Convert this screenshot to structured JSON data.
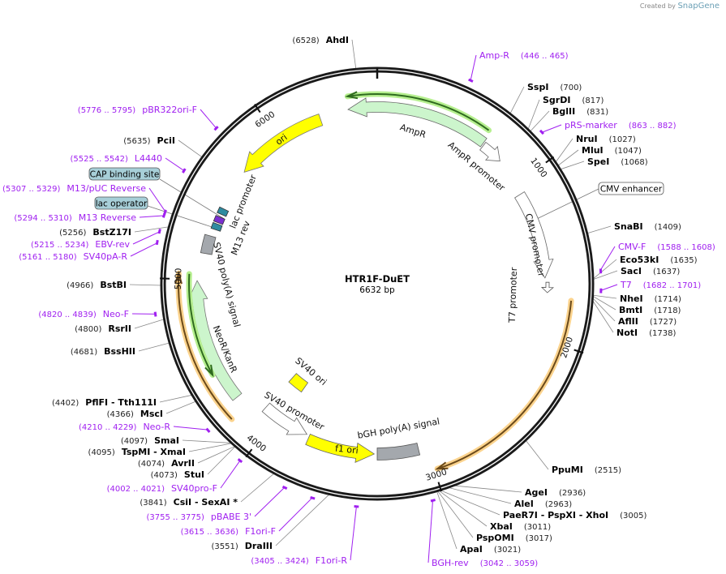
{
  "credit": {
    "prefix": "Created by",
    "brand": "SnapGene"
  },
  "plasmid": {
    "name": "HTR1F-DuET",
    "length": "6632 bp"
  },
  "ticks": [
    "1000",
    "2000",
    "3000",
    "4000",
    "5000",
    "6000"
  ],
  "features": {
    "ampr": "AmpR",
    "ampr_promoter": "AmpR promoter",
    "ori": "ori",
    "cmv_promoter": "CMV promoter",
    "t7_promoter": "T7 promoter",
    "bgh": "bGH poly(A) signal",
    "f1_ori": "f1 ori",
    "sv40_promoter": "SV40 promoter",
    "sv40_ori": "SV40 ori",
    "neor": "NeoR/KanR",
    "sv40_polya": "SV40 poly(A) signal",
    "lac_promoter": "lac promoter",
    "m13_rev": "M13 rev",
    "cap_binding_site": "CAP binding site",
    "lac_operator": "lac operator",
    "cmv_enhancer": "CMV enhancer"
  },
  "labels": [
    {
      "name": "AhdI",
      "pos": "(6528)",
      "kind": "enzyme"
    },
    {
      "name": "pBR322ori-F",
      "pos": "(5776 .. 5795)",
      "kind": "primer"
    },
    {
      "name": "PciI",
      "pos": "(5635)",
      "kind": "enzyme"
    },
    {
      "name": "L4440",
      "pos": "(5525 .. 5542)",
      "kind": "primer"
    },
    {
      "name": "M13/pUC Reverse",
      "pos": "(5307 .. 5329)",
      "kind": "primer"
    },
    {
      "name": "M13 Reverse",
      "pos": "(5294 .. 5310)",
      "kind": "primer"
    },
    {
      "name": "BstZ17I",
      "pos": "(5256)",
      "kind": "enzyme"
    },
    {
      "name": "EBV-rev",
      "pos": "(5215 .. 5234)",
      "kind": "primer"
    },
    {
      "name": "SV40pA-R",
      "pos": "(5161 .. 5180)",
      "kind": "primer"
    },
    {
      "name": "BstBI",
      "pos": "(4966)",
      "kind": "enzyme"
    },
    {
      "name": "Neo-F",
      "pos": "(4820 .. 4839)",
      "kind": "primer"
    },
    {
      "name": "RsrII",
      "pos": "(4800)",
      "kind": "enzyme"
    },
    {
      "name": "BssHII",
      "pos": "(4681)",
      "kind": "enzyme"
    },
    {
      "name": "PflFI  - Tth111I",
      "pos": "(4402)",
      "kind": "enzyme"
    },
    {
      "name": "MscI",
      "pos": "(4366)",
      "kind": "enzyme"
    },
    {
      "name": "Neo-R",
      "pos": "(4210 .. 4229)",
      "kind": "primer"
    },
    {
      "name": "SmaI",
      "pos": "(4097)",
      "kind": "enzyme"
    },
    {
      "name": "TspMI  - XmaI",
      "pos": "(4095)",
      "kind": "enzyme"
    },
    {
      "name": "AvrII",
      "pos": "(4074)",
      "kind": "enzyme"
    },
    {
      "name": "StuI",
      "pos": "(4073)",
      "kind": "enzyme"
    },
    {
      "name": "SV40pro-F",
      "pos": "(4002 .. 4021)",
      "kind": "primer"
    },
    {
      "name": "CsiI  - SexAI *",
      "pos": "(3841)",
      "kind": "enzyme"
    },
    {
      "name": "pBABE 3'",
      "pos": "(3755 .. 3775)",
      "kind": "primer"
    },
    {
      "name": "F1ori-F",
      "pos": "(3615 .. 3636)",
      "kind": "primer"
    },
    {
      "name": "DraIII",
      "pos": "(3551)",
      "kind": "enzyme"
    },
    {
      "name": "F1ori-R",
      "pos": "(3405 .. 3424)",
      "kind": "primer"
    },
    {
      "name": "Amp-R",
      "pos": "(446 .. 465)",
      "kind": "primer"
    },
    {
      "name": "SspI",
      "pos": "(700)",
      "kind": "enzyme"
    },
    {
      "name": "SgrDI",
      "pos": "(817)",
      "kind": "enzyme"
    },
    {
      "name": "BglII",
      "pos": "(831)",
      "kind": "enzyme"
    },
    {
      "name": "pRS-marker",
      "pos": "(863 .. 882)",
      "kind": "primer"
    },
    {
      "name": "NruI",
      "pos": "(1027)",
      "kind": "enzyme"
    },
    {
      "name": "MluI",
      "pos": "(1047)",
      "kind": "enzyme"
    },
    {
      "name": "SpeI",
      "pos": "(1068)",
      "kind": "enzyme"
    },
    {
      "name": "SnaBI",
      "pos": "(1409)",
      "kind": "enzyme"
    },
    {
      "name": "CMV-F",
      "pos": "(1588 .. 1608)",
      "kind": "primer"
    },
    {
      "name": "Eco53kI",
      "pos": "(1635)",
      "kind": "enzyme"
    },
    {
      "name": "SacI",
      "pos": "(1637)",
      "kind": "enzyme"
    },
    {
      "name": "T7",
      "pos": "(1682 .. 1701)",
      "kind": "primer"
    },
    {
      "name": "NheI",
      "pos": "(1714)",
      "kind": "enzyme"
    },
    {
      "name": "BmtI",
      "pos": "(1718)",
      "kind": "enzyme"
    },
    {
      "name": "AflII",
      "pos": "(1727)",
      "kind": "enzyme"
    },
    {
      "name": "NotI",
      "pos": "(1738)",
      "kind": "enzyme"
    },
    {
      "name": "PpuMI",
      "pos": "(2515)",
      "kind": "enzyme"
    },
    {
      "name": "AgeI",
      "pos": "(2936)",
      "kind": "enzyme"
    },
    {
      "name": "AleI",
      "pos": "(2963)",
      "kind": "enzyme"
    },
    {
      "name": "PaeR7I  - PspXI  - XhoI",
      "pos": "(3005)",
      "kind": "enzyme"
    },
    {
      "name": "XbaI",
      "pos": "(3011)",
      "kind": "enzyme"
    },
    {
      "name": "PspOMI",
      "pos": "(3017)",
      "kind": "enzyme"
    },
    {
      "name": "ApaI",
      "pos": "(3021)",
      "kind": "enzyme"
    },
    {
      "name": "BGH-rev",
      "pos": "(3042 .. 3059)",
      "kind": "primer"
    }
  ],
  "colors": {
    "primer": "#a020f0",
    "feature_yellow": "#ffff00",
    "feature_green": "#ccf5cc",
    "orf_halo": "#fbd38d",
    "box_blue": "#a7cfd8",
    "gray": "#a4a8ad"
  }
}
